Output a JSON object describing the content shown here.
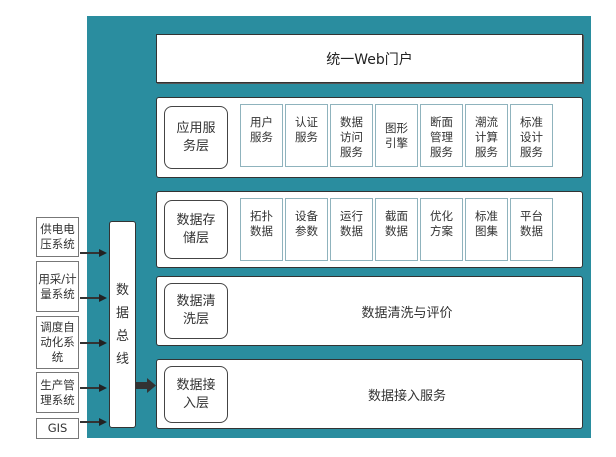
{
  "portal": {
    "label": "统一Web门户"
  },
  "layers": {
    "application": {
      "label": "应用服务层",
      "items": [
        "用户服务",
        "认证服务",
        "数据访问服务",
        "图形引擎",
        "断面管理服务",
        "潮流计算服务",
        "标准设计服务"
      ]
    },
    "storage": {
      "label": "数据存储层",
      "items": [
        "拓扑数据",
        "设备参数",
        "运行数据",
        "截面数据",
        "优化方案",
        "标准图集",
        "平台数据"
      ]
    },
    "cleaning": {
      "label": "数据清洗层",
      "content": "数据清洗与评价"
    },
    "access": {
      "label": "数据接入层",
      "content": "数据接入服务"
    }
  },
  "bus": {
    "label": "数据总线"
  },
  "sources": [
    {
      "label": "供电电压系统"
    },
    {
      "label": "用采/计量系统"
    },
    {
      "label": "调度自动化系统"
    },
    {
      "label": "生产管理系统"
    },
    {
      "label": "GIS"
    }
  ],
  "colors": {
    "background": "#2a8d9f",
    "border": "#333333",
    "cell_border": "#8fb3bd"
  }
}
